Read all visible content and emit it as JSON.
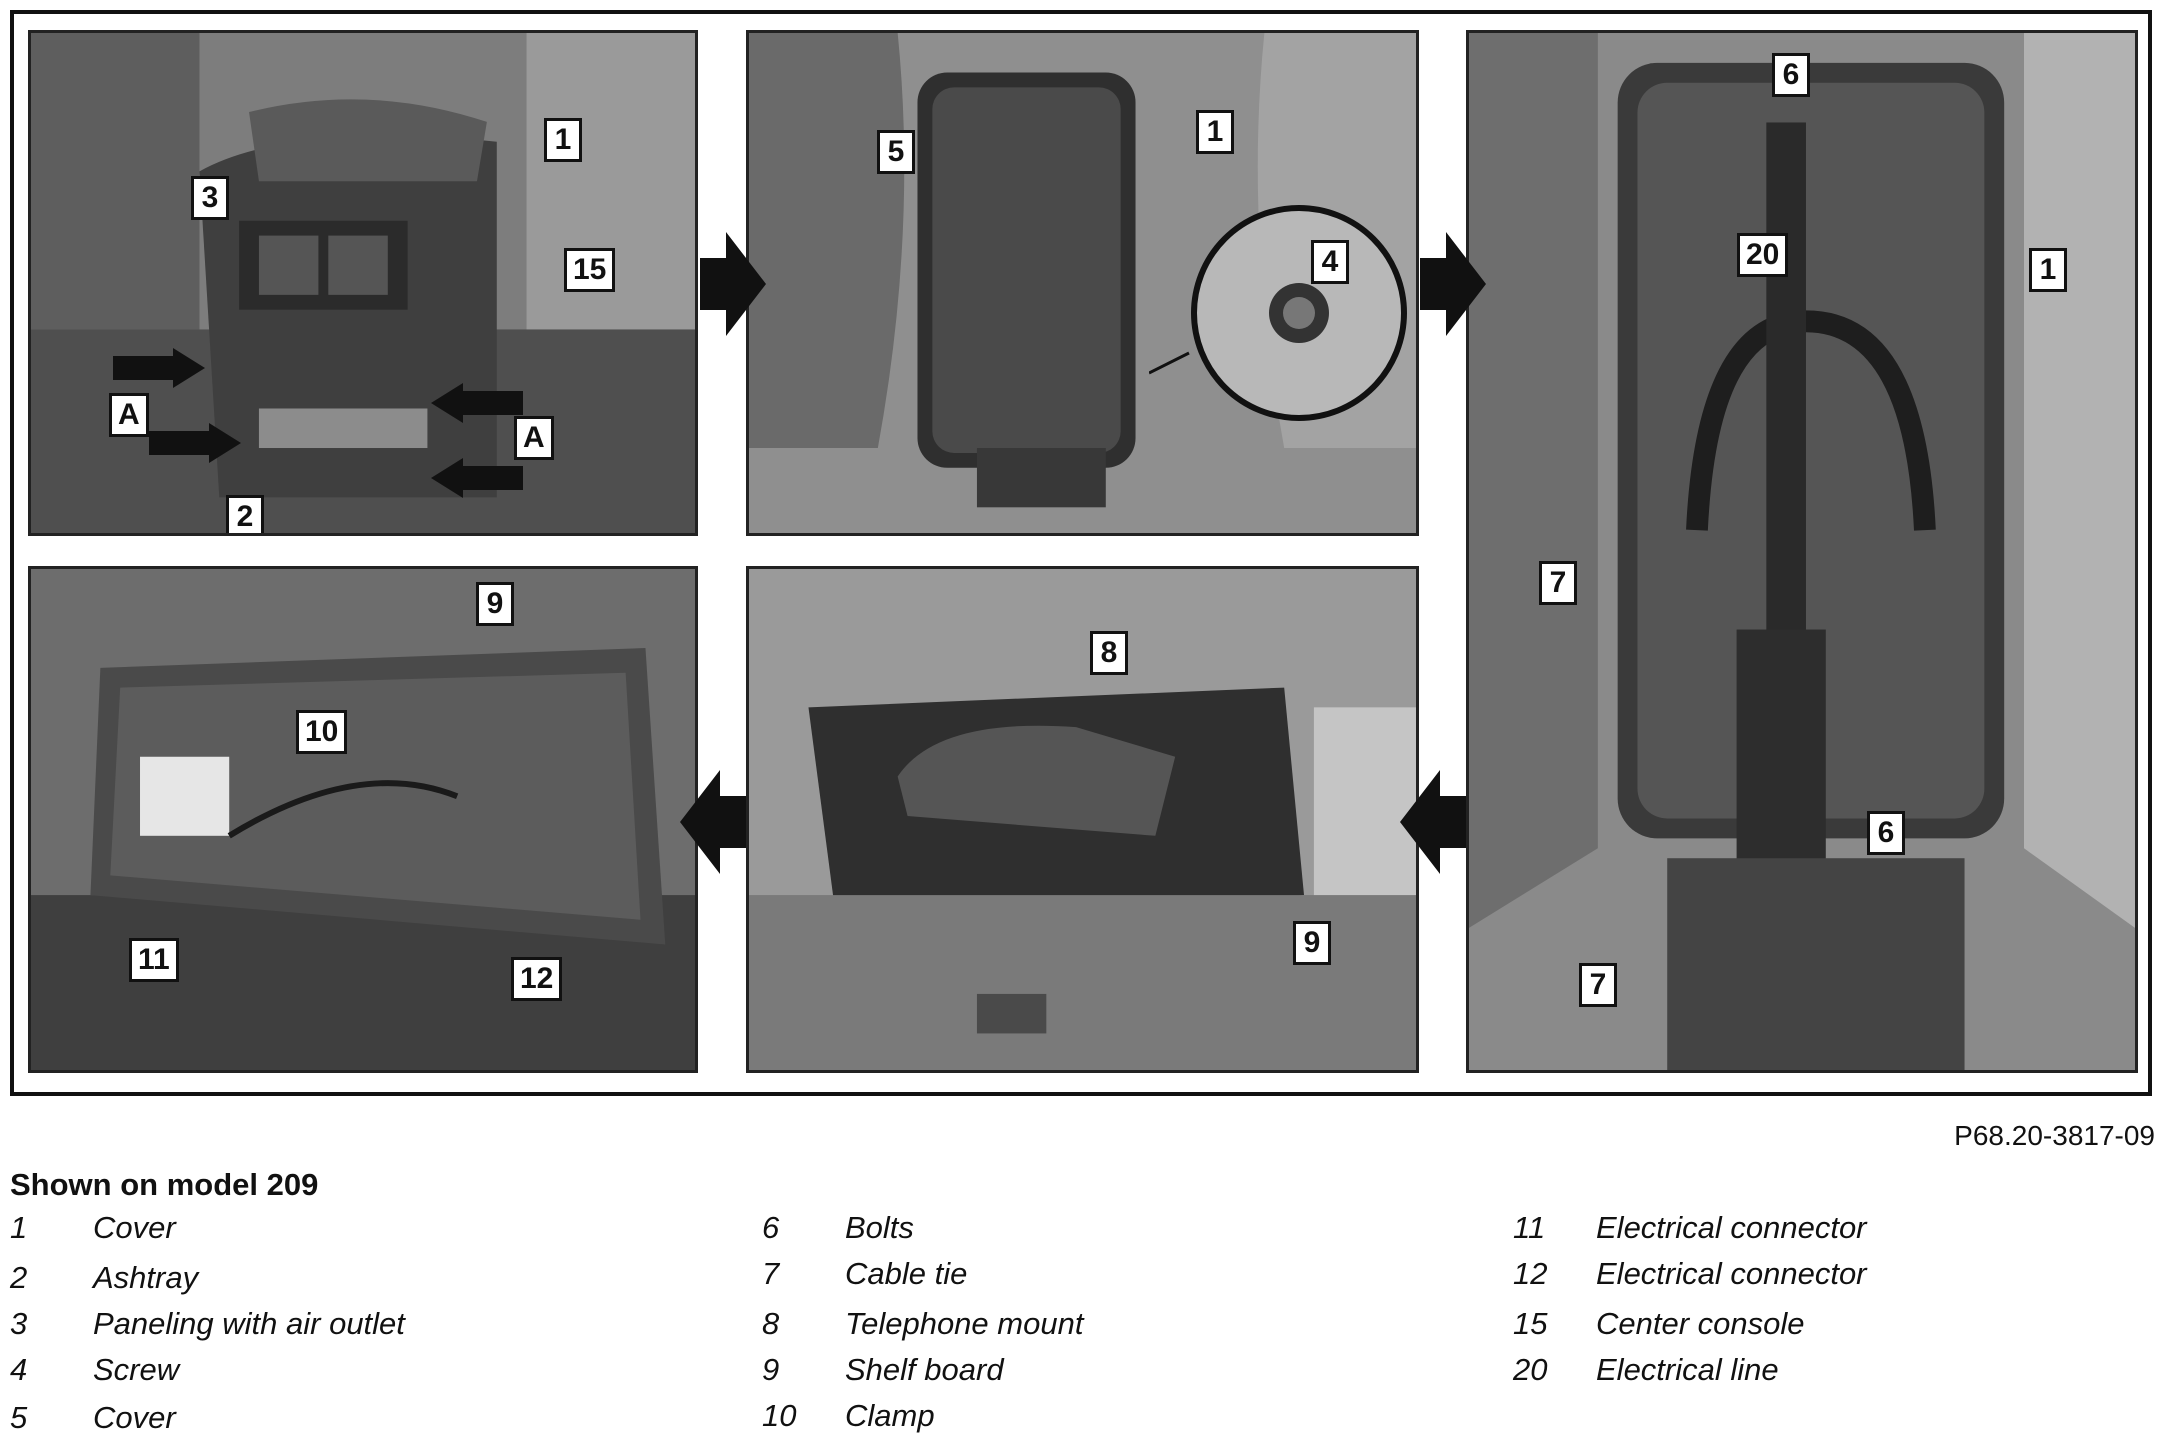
{
  "figure": {
    "reference_code": "P68.20-3817-09",
    "callouts": {
      "p1": [
        "1",
        "3",
        "15",
        "A",
        "A",
        "2"
      ],
      "p2": [
        "5",
        "1",
        "4"
      ],
      "p3": [
        "6",
        "20",
        "1",
        "7",
        "6",
        "7"
      ],
      "p4": [
        "9",
        "10",
        "11",
        "12"
      ],
      "p5": [
        "8",
        "9"
      ]
    }
  },
  "legend": {
    "title": "Shown on model 209",
    "items": [
      {
        "num": "1",
        "label": "Cover"
      },
      {
        "num": "2",
        "label": "Ashtray"
      },
      {
        "num": "3",
        "label": "Paneling with air outlet"
      },
      {
        "num": "4",
        "label": "Screw"
      },
      {
        "num": "5",
        "label": "Cover"
      },
      {
        "num": "6",
        "label": "Bolts"
      },
      {
        "num": "7",
        "label": "Cable tie"
      },
      {
        "num": "8",
        "label": "Telephone mount"
      },
      {
        "num": "9",
        "label": "Shelf board"
      },
      {
        "num": "10",
        "label": "Clamp"
      },
      {
        "num": "11",
        "label": "Electrical connector"
      },
      {
        "num": "12",
        "label": "Electrical connector"
      },
      {
        "num": "15",
        "label": "Center console"
      },
      {
        "num": "20",
        "label": "Electrical line"
      }
    ]
  }
}
